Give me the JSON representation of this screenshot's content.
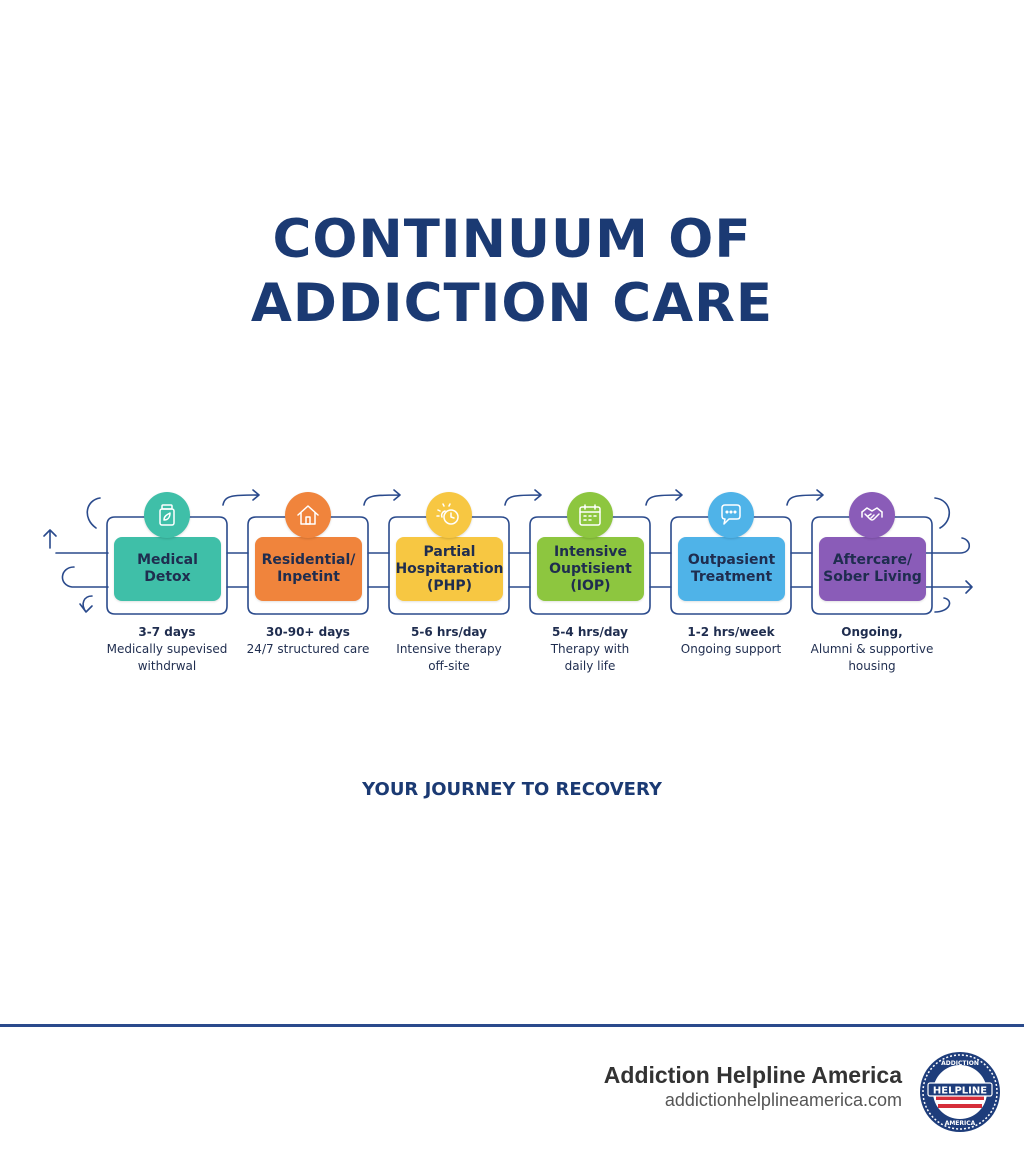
{
  "title": {
    "line1": "CONTINUUM OF",
    "line2": "ADDICTION CARE"
  },
  "stages": [
    {
      "label": "Medical\nDetox",
      "duration": "3-7 days",
      "description": "Medically supevised\nwithdrwal",
      "color": "#3fbfa8",
      "icon": "medicine-bottle-icon"
    },
    {
      "label": "Residential/\nInpetint",
      "duration": "30-90+ days",
      "description": "24/7 structured care",
      "color": "#f0843c",
      "icon": "house-icon"
    },
    {
      "label": "Partial\nHospitaration\n(PHP)",
      "duration": "5-6 hrs/day",
      "description": "Intensive therapy\noff-site",
      "color": "#f7c742",
      "icon": "sun-clock-icon"
    },
    {
      "label": "Intensive\nOuptisient\n(IOP)",
      "duration": "5-4 hrs/day",
      "description": "Therapy with\ndaily life",
      "color": "#8dc63f",
      "icon": "calendar-icon"
    },
    {
      "label": "Outpasient\nTreatment",
      "duration": "1-2 hrs/week",
      "description": "Ongoing support",
      "color": "#4fb3e8",
      "icon": "chat-bubble-icon"
    },
    {
      "label": "Aftercare/\nSober Living",
      "duration": "Ongoing,",
      "description": "Alumni & supportive\nhousing",
      "color": "#8a5cb8",
      "icon": "handshake-icon"
    }
  ],
  "tagline": "YOUR JOURNEY TO RECOVERY",
  "footer": {
    "org_name": "Addiction Helpline America",
    "url": "addictionhelplineamerica.com",
    "logo_text": "HELPLINE",
    "logo_ring_text": "ADDICTION · AMERICA"
  },
  "colors": {
    "navy": "#1b3a73",
    "line": "#2a4a8c"
  }
}
